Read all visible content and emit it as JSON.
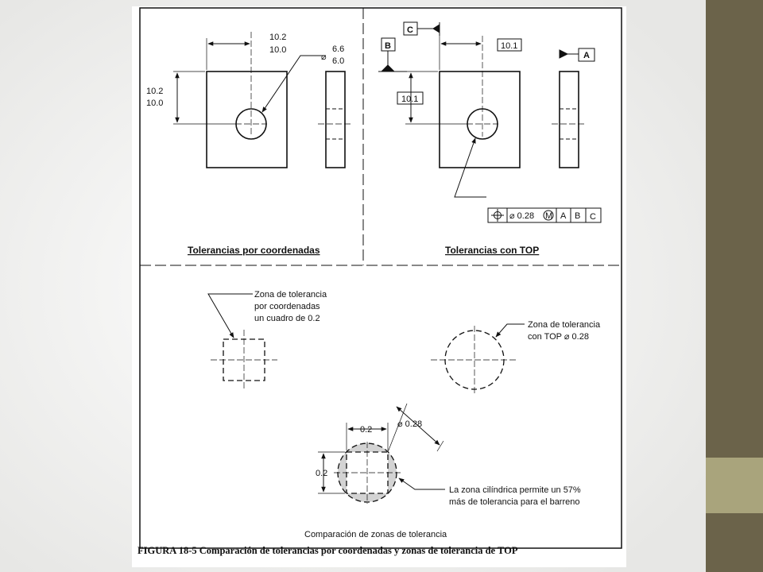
{
  "slide": {
    "background": "#f3f3f2",
    "sidebar_dark": "#6b634a",
    "sidebar_light": "#a9a47c"
  },
  "coord_panel": {
    "title": "Tolerancias por coordenadas",
    "dim_width_top": "10.2",
    "dim_width_bottom": "10.0",
    "dim_height_top": "10.2",
    "dim_height_bottom": "10.0",
    "hole_dia_top": "6.6",
    "hole_dia_bottom": "6.0",
    "diameter_symbol": "⌀"
  },
  "top_panel": {
    "title": "Tolerancias con TOP",
    "datum_a": "A",
    "datum_b": "B",
    "datum_c": "C",
    "dim_horizontal": "10.1",
    "dim_vertical": "10.1",
    "fcf": {
      "position_symbol": "⌖",
      "tolerance": "⌀ 0.28",
      "modifier": "M",
      "datum_1": "A",
      "datum_2": "B",
      "datum_3": "C"
    }
  },
  "comparison_panel": {
    "square_note": [
      "Zona de tolerancia",
      "por coordenadas",
      "un cuadro de 0.2"
    ],
    "circle_note": [
      "Zona de tolerancia",
      "con TOP ⌀ 0.28"
    ],
    "overlay_width": "0.2",
    "overlay_height": "0.2",
    "overlay_dia": "⌀ 0.28",
    "overlay_note": [
      "La zona cilíndrica permite un 57%",
      "más de tolerancia para el barreno"
    ],
    "title": "Comparación de zonas de tolerancia"
  },
  "caption": "FIGURA 18-5  Comparación de tolerancias por coordenadas y zonas de tolerancia de TOP"
}
